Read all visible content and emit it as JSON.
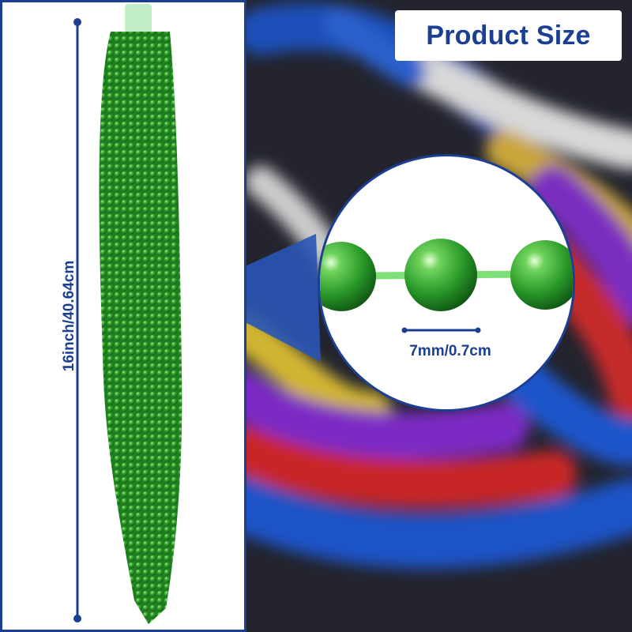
{
  "header": {
    "title": "Product Size"
  },
  "dimensions": {
    "length_label": "16inch/40.64cm",
    "bead_label": "7mm/0.7cm"
  },
  "colors": {
    "accent": "#1c3f94",
    "bead_green": "#2f9a2c",
    "panel_bg": "#ffffff"
  }
}
